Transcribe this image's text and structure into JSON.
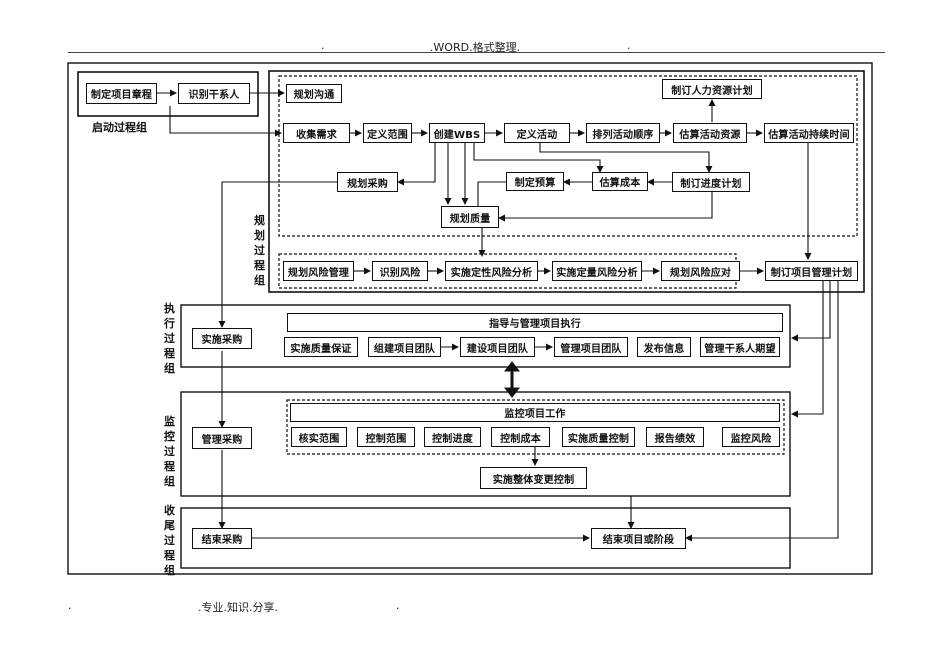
{
  "header": {
    "text": ".WORD.格式整理.",
    "dot_left": ".",
    "dot_right": "."
  },
  "footer": {
    "dot_left": ".",
    "text": ".专业.知识.分享.",
    "dot_right": "."
  },
  "groups": {
    "initiating": "启动过程组",
    "planning": "规划过程组",
    "executing": "执行过程组",
    "monitoring": "监控过程组",
    "closing": "收尾过程组"
  },
  "initiating": {
    "develop_charter": "制定项目章程",
    "identify_stakeholders": "识别干系人"
  },
  "planning": {
    "plan_communications": "规划沟通",
    "develop_hr_plan": "制订人力资源计划",
    "collect_requirements": "收集需求",
    "define_scope": "定义范围",
    "create_wbs": "创建WBS",
    "define_activities": "定义活动",
    "sequence_activities": "排列活动顺序",
    "estimate_resources": "估算活动资源",
    "estimate_durations": "估算活动持续时间",
    "plan_procurements": "规划采购",
    "determine_budget": "制定预算",
    "estimate_costs": "估算成本",
    "develop_schedule": "制订进度计划",
    "plan_quality": "规划质量",
    "plan_risk_mgmt": "规划风险管理",
    "identify_risks": "识别风险",
    "qualitative_risk": "实施定性风险分析",
    "quantitative_risk": "实施定量风险分析",
    "plan_risk_responses": "规划风险应对",
    "develop_pm_plan": "制订项目管理计划"
  },
  "executing": {
    "conduct_procurements": "实施采购",
    "direct_manage": "指导与管理项目执行",
    "perform_qa": "实施质量保证",
    "acquire_team": "组建项目团队",
    "develop_team": "建设项目团队",
    "manage_team": "管理项目团队",
    "distribute_info": "发布信息",
    "manage_stakeholder_exp": "管理干系人期望"
  },
  "monitoring": {
    "administer_procurements": "管理采购",
    "monitor_control_work": "监控项目工作",
    "verify_scope": "核实范围",
    "control_scope": "控制范围",
    "control_schedule": "控制进度",
    "control_costs": "控制成本",
    "perform_qc": "实施质量控制",
    "report_performance": "报告绩效",
    "monitor_risks": "监控风险",
    "integrated_change": "实施整体变更控制"
  },
  "closing": {
    "close_procurements": "结束采购",
    "close_project": "结束项目或阶段"
  }
}
